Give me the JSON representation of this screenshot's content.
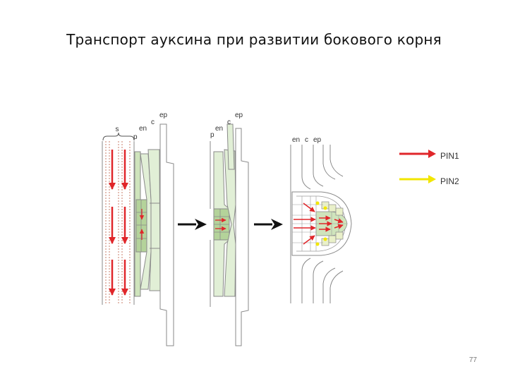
{
  "slide": {
    "title": "Транспорт ауксина при развитии бокового корня",
    "page_number": "77"
  },
  "figure": {
    "panel1_labels": {
      "s": "s",
      "p": "p",
      "en": "en",
      "c": "c",
      "ep": "ep"
    },
    "panel2_labels": {
      "p": "p",
      "en": "en",
      "c": "c",
      "ep": "ep"
    },
    "panel3_labels": {
      "en": "en",
      "c": "c",
      "ep": "ep"
    },
    "legend": [
      {
        "label": "PIN1",
        "color": "#e0262a"
      },
      {
        "label": "PIN2",
        "color": "#f2e600"
      }
    ],
    "colors": {
      "pericycle_fill": "#b4d39a",
      "cell_fill": "#e1efd6",
      "primordium_fill": "#cfe4bc",
      "outline": "#8a8a8a",
      "arrow_black": "#111111"
    }
  }
}
